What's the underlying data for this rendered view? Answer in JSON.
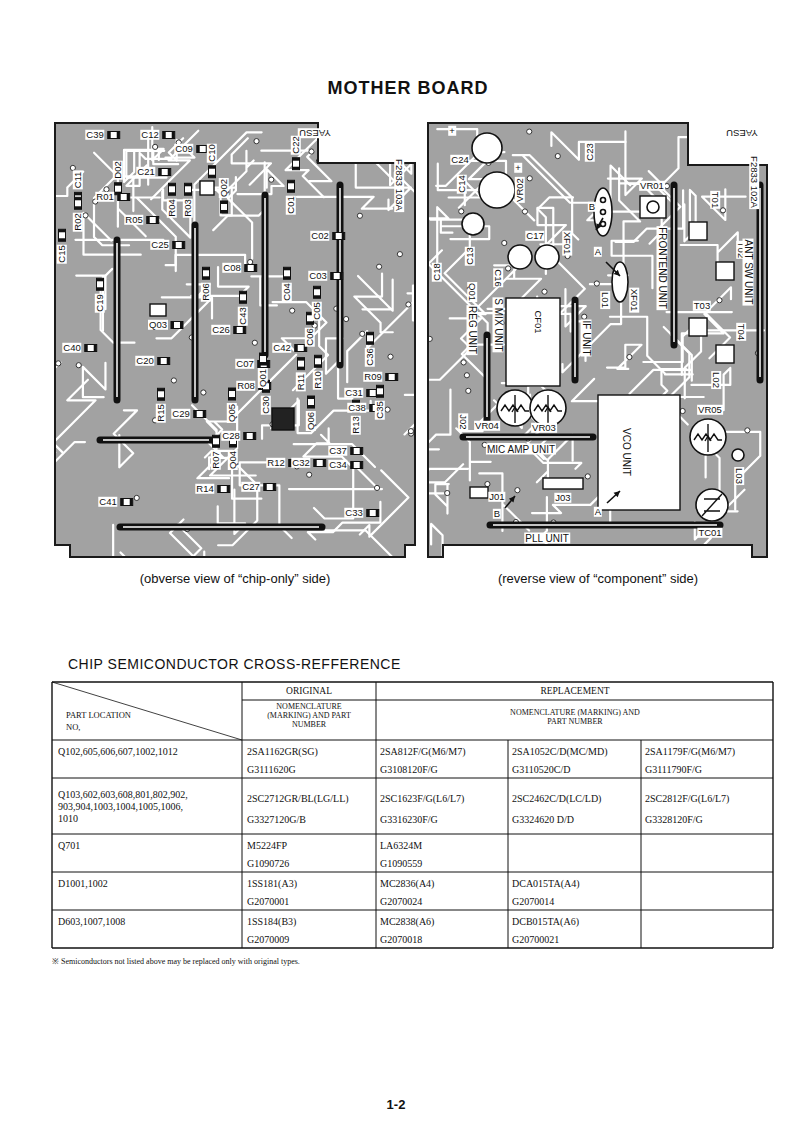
{
  "diagram": {
    "title": "MOTHER BOARD",
    "nodes": [
      {
        "text": [
          "(obverse view of “chip-only” side)"
        ]
      },
      {
        "text": [
          "(reverse view of “component” side)"
        ]
      }
    ],
    "labels": [
      "YAESU",
      "F2833 103A",
      "C39",
      "C12",
      "C09",
      "C10",
      "C22",
      "D02",
      "C11",
      "C21",
      "R01",
      "Q02",
      "R05",
      "R04",
      "R03",
      "R02",
      "C01",
      "C25",
      "C02",
      "C15",
      "C08",
      "C03",
      "R06",
      "C04",
      "C19",
      "C43",
      "C05",
      "Q03",
      "C26",
      "C06",
      "C40",
      "C42",
      "C36",
      "C20",
      "C07",
      "Q01",
      "R11",
      "R10",
      "R09",
      "R08",
      "C31",
      "C38",
      "Q05",
      "C30",
      "R15",
      "C29",
      "R13",
      "C35",
      "Q06",
      "C28",
      "C37",
      "R07",
      "Q04",
      "R12",
      "C32",
      "C34",
      "C27",
      "R14",
      "C41",
      "C33",
      "YAESU",
      "F2833 102A",
      "+",
      "+",
      "C24",
      "C14",
      "VR02",
      "C23",
      "B",
      "VR01",
      "T01",
      "C17",
      "XF01",
      "A",
      "C13",
      "C18",
      "FRONTEND UNIT",
      "T02",
      "ANT SW UNIT",
      "XF01",
      "L01",
      "Q01",
      "REG UNIT",
      "C16",
      "S MIX UNIT",
      "IF UNIT",
      "CF01",
      "T03",
      "T04",
      "L02",
      "J02",
      "VR04",
      "VR03",
      "VR05",
      "MIC AMP UNIT",
      "VCO UNIT",
      "J01",
      "B",
      "J03",
      "A",
      "L03",
      "TC01",
      "PLL UNIT",
      "CHIP SEMICONDUCTOR CROSS-REFFERENCE",
      "ORIGINAL",
      "REPLACEMENT",
      "PART LOCATION NO,",
      "NOMENCLATURE (MARKING) AND PART NUMBER",
      "NOMENCLATURE (MARKING) AND PART NUMBER",
      "Q102,605,606,607,1002,1012",
      "2SA1162GR(SG)",
      "G3111620G",
      "2SA812F/G(M6/M7)",
      "G3108120F/G",
      "2SA1052C/D(MC/MD)",
      "G3110520C/D",
      "2SA1179F/G(M6/M7)",
      "G3111790F/G",
      "Q103,602,603,608,801,802,902, 903,904,1003,1004,1005,1006, 1010",
      "2SC2712GR/BL(LG/LL)",
      "G3327120G/B",
      "2SC1623F/G(L6/L7)",
      "G3316230F/G",
      "2SC2462C/D(LC/LD)",
      "G3324620 D/D",
      "2SC2812F/G(L6/L7)",
      "G3328120F/G",
      "Q701",
      "M5224FP",
      "G1090726",
      "LA6324M",
      "G1090559",
      "D1001,1002",
      "1SS181(A3)",
      "G2070001",
      "MC2836(A4)",
      "G2070024",
      "DCA015TA(A4)",
      "G2070014",
      "D603,1007,1008",
      "1SS184(B3)",
      "G2070009",
      "MC2838(A6)",
      "G2070018",
      "DCB015TA(A6)",
      "G20700021",
      "※ Semiconductors not listed above may be replaced only with original types.",
      "1-2"
    ]
  }
}
